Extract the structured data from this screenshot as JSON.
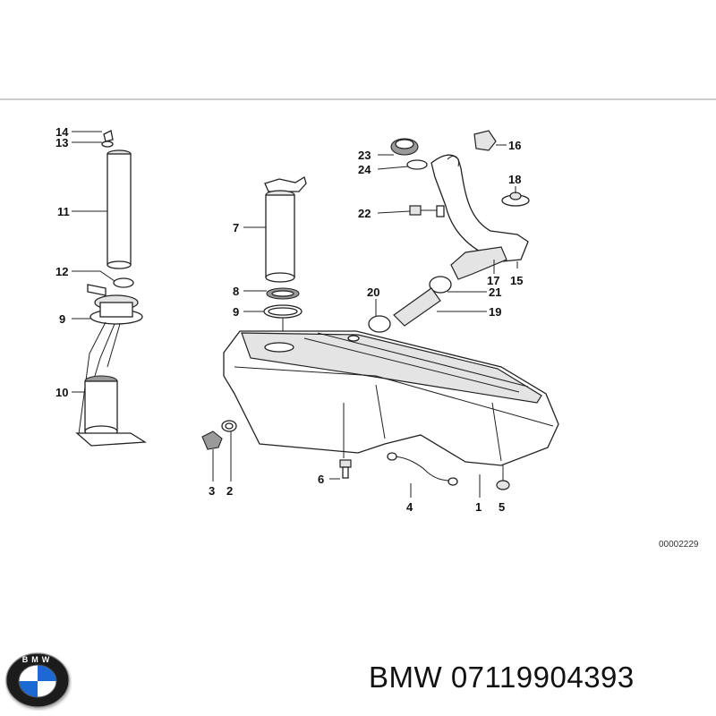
{
  "diagram": {
    "reference_code": "00002229",
    "callouts": [
      {
        "id": "c14",
        "label": "14"
      },
      {
        "id": "c13",
        "label": "13"
      },
      {
        "id": "c11",
        "label": "11"
      },
      {
        "id": "c12",
        "label": "12"
      },
      {
        "id": "c9a",
        "label": "9"
      },
      {
        "id": "c10",
        "label": "10"
      },
      {
        "id": "c7",
        "label": "7"
      },
      {
        "id": "c8",
        "label": "8"
      },
      {
        "id": "c9b",
        "label": "9"
      },
      {
        "id": "c23",
        "label": "23"
      },
      {
        "id": "c24",
        "label": "24"
      },
      {
        "id": "c16",
        "label": "16"
      },
      {
        "id": "c18",
        "label": "18"
      },
      {
        "id": "c22",
        "label": "22"
      },
      {
        "id": "c17",
        "label": "17"
      },
      {
        "id": "c15",
        "label": "15"
      },
      {
        "id": "c20",
        "label": "20"
      },
      {
        "id": "c21",
        "label": "21"
      },
      {
        "id": "c19",
        "label": "19"
      },
      {
        "id": "c3",
        "label": "3"
      },
      {
        "id": "c2",
        "label": "2"
      },
      {
        "id": "c6",
        "label": "6"
      },
      {
        "id": "c4",
        "label": "4"
      },
      {
        "id": "c1",
        "label": "1"
      },
      {
        "id": "c5",
        "label": "5"
      }
    ]
  },
  "caption": {
    "brand": "BMW",
    "part_number": "07119904393"
  },
  "logo": {
    "letters": "BMW",
    "colors": {
      "blue": "#1c69d4",
      "white": "#ffffff",
      "black": "#111111"
    }
  }
}
